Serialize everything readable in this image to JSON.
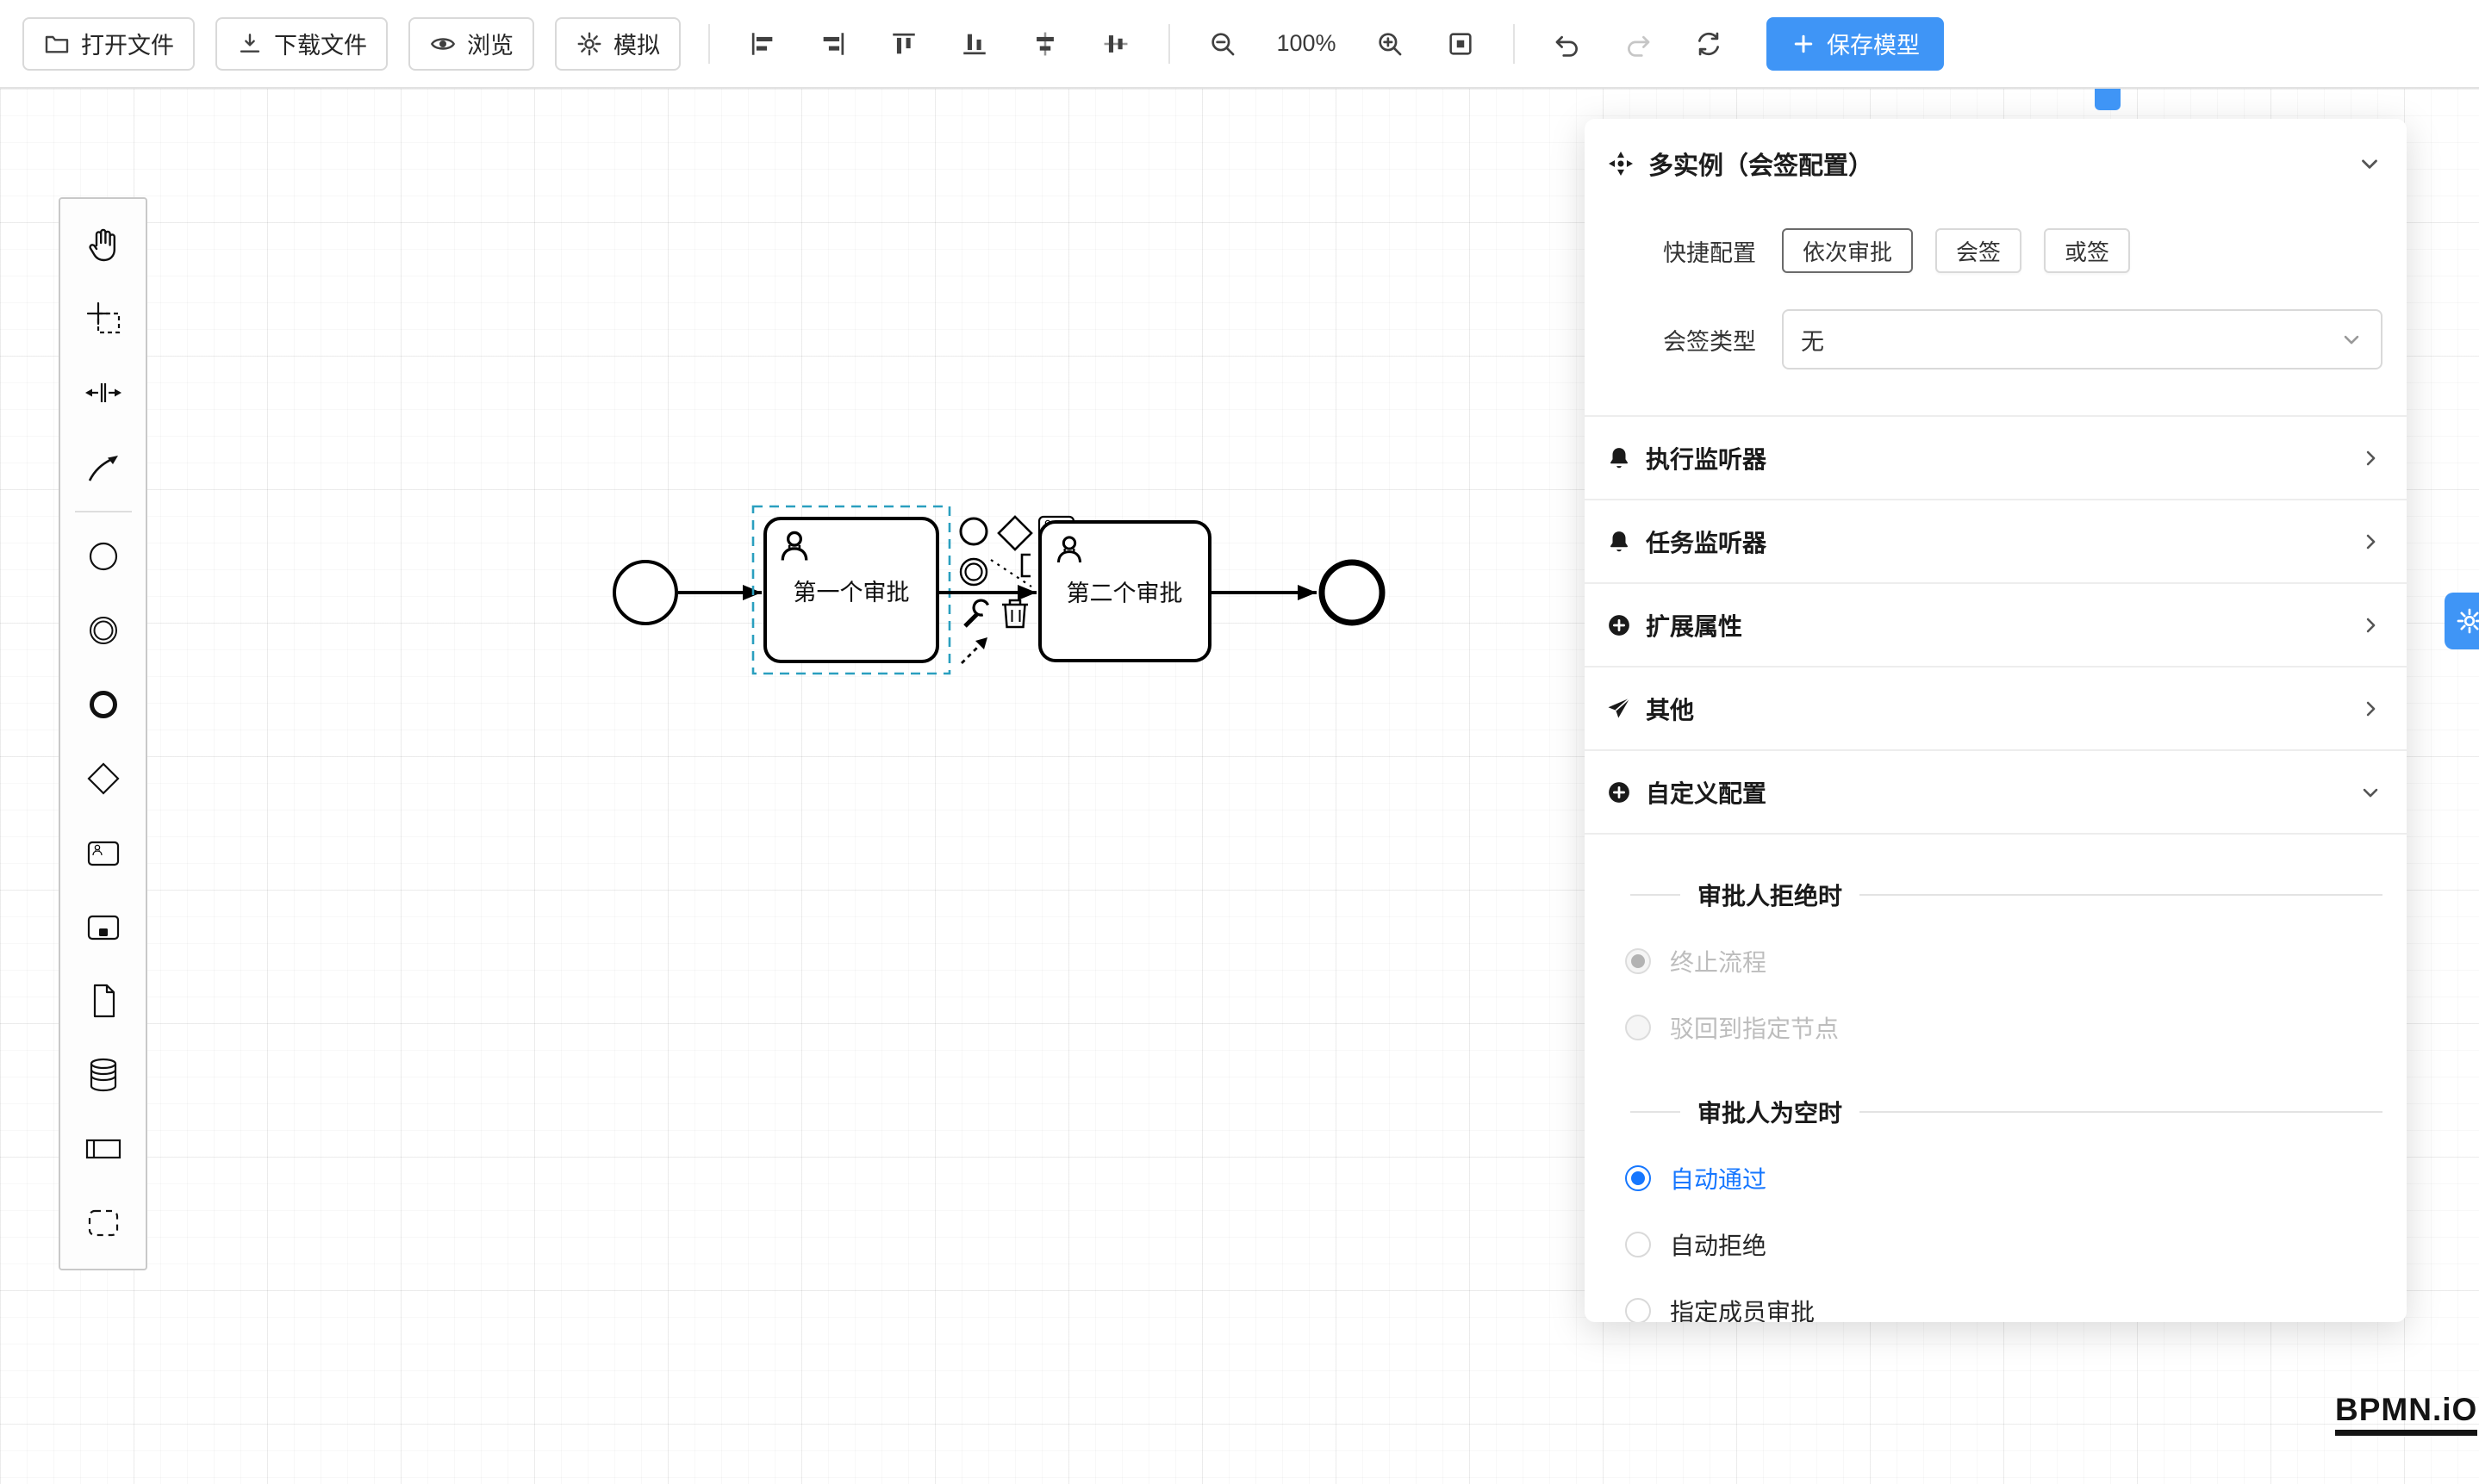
{
  "toolbar": {
    "open_label": "打开文件",
    "download_label": "下载文件",
    "preview_label": "浏览",
    "simulate_label": "模拟",
    "zoom_level": "100%",
    "save_label": "保存模型"
  },
  "palette": {
    "tools": [
      "hand-tool",
      "lasso-tool",
      "space-tool",
      "global-connect-tool"
    ],
    "elements": [
      "start-event",
      "intermediate-event",
      "end-event",
      "gateway",
      "user-task",
      "call-activity",
      "data-object",
      "data-store",
      "participant",
      "group"
    ]
  },
  "diagram": {
    "task1_label": "第一个审批",
    "task2_label": "第二个审批"
  },
  "panel": {
    "title": "多实例（会签配置）",
    "quick_label": "快捷配置",
    "quick_buttons": [
      "依次审批",
      "会签",
      "或签"
    ],
    "type_label": "会签类型",
    "type_value": "无",
    "rows": [
      {
        "label": "执行监听器"
      },
      {
        "label": "任务监听器"
      },
      {
        "label": "扩展属性"
      },
      {
        "label": "其他"
      },
      {
        "label": "自定义配置"
      }
    ],
    "sections": [
      {
        "title": "审批人拒绝时",
        "options": [
          {
            "label": "终止流程",
            "state": "disabled-selected"
          },
          {
            "label": "驳回到指定节点",
            "state": "disabled"
          }
        ]
      },
      {
        "title": "审批人为空时",
        "options": [
          {
            "label": "自动通过",
            "state": "selected"
          },
          {
            "label": "自动拒绝",
            "state": "normal"
          },
          {
            "label": "指定成员审批",
            "state": "normal"
          }
        ]
      }
    ]
  },
  "logo": {
    "text": "BPMN.iO"
  },
  "colors": {
    "accent": "#3f95f6",
    "radio_active": "#1677ff",
    "selection_outline": "#2a9fbf"
  }
}
